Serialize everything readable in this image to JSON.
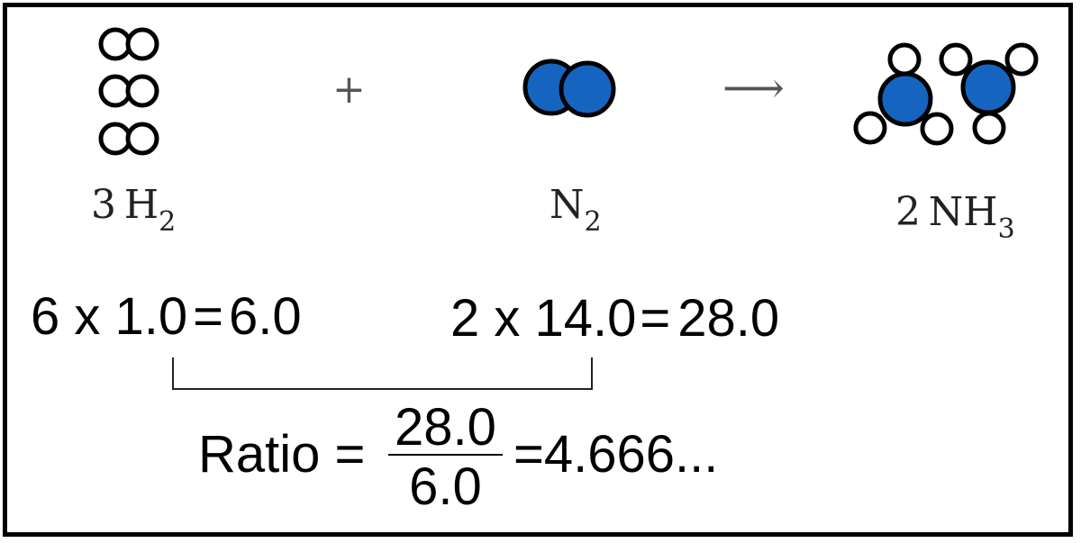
{
  "colors": {
    "nitrogen": "#1565c0",
    "hydrogen": "#ffffff",
    "outline": "#000000"
  },
  "reaction": {
    "h2": {
      "coef": "3",
      "symbol": "H",
      "sub": "2"
    },
    "plus": "+",
    "n2": {
      "symbol": "N",
      "sub": "2"
    },
    "arrow": "⟶",
    "nh3": {
      "coef": "2",
      "symbol": "NH",
      "sub": "3"
    }
  },
  "calc": {
    "h_mass": {
      "count": "6",
      "times": "x",
      "mass": "1.0",
      "eq": "=",
      "result": "6.0"
    },
    "n_mass": {
      "count": "2",
      "times": "x",
      "mass": "14.0",
      "eq": "=",
      "result": "28.0"
    },
    "ratio": {
      "label": "Ratio",
      "eq": "=",
      "numerator": "28.0",
      "denominator": "6.0",
      "eq2": "=",
      "value": "4.666..."
    }
  }
}
